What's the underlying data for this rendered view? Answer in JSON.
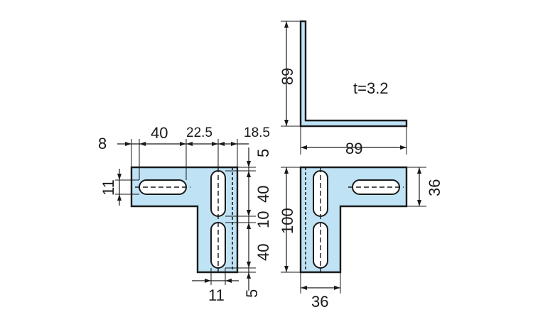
{
  "thickness_label": "t=3.2",
  "side_view": {
    "height": "89",
    "length": "89"
  },
  "front_view": {
    "width_right": "36",
    "height": "100",
    "bottom_width": "36"
  },
  "top_view": {
    "dim_8": "8",
    "dim_40": "40",
    "dim_22_5": "22.5",
    "dim_18_5": "18.5",
    "dim_5_top": "5",
    "dim_11_left": "11",
    "dim_40_upper": "40",
    "dim_10": "10",
    "dim_40_lower": "40",
    "dim_11_bottom": "11",
    "dim_5_bottom": "5"
  }
}
